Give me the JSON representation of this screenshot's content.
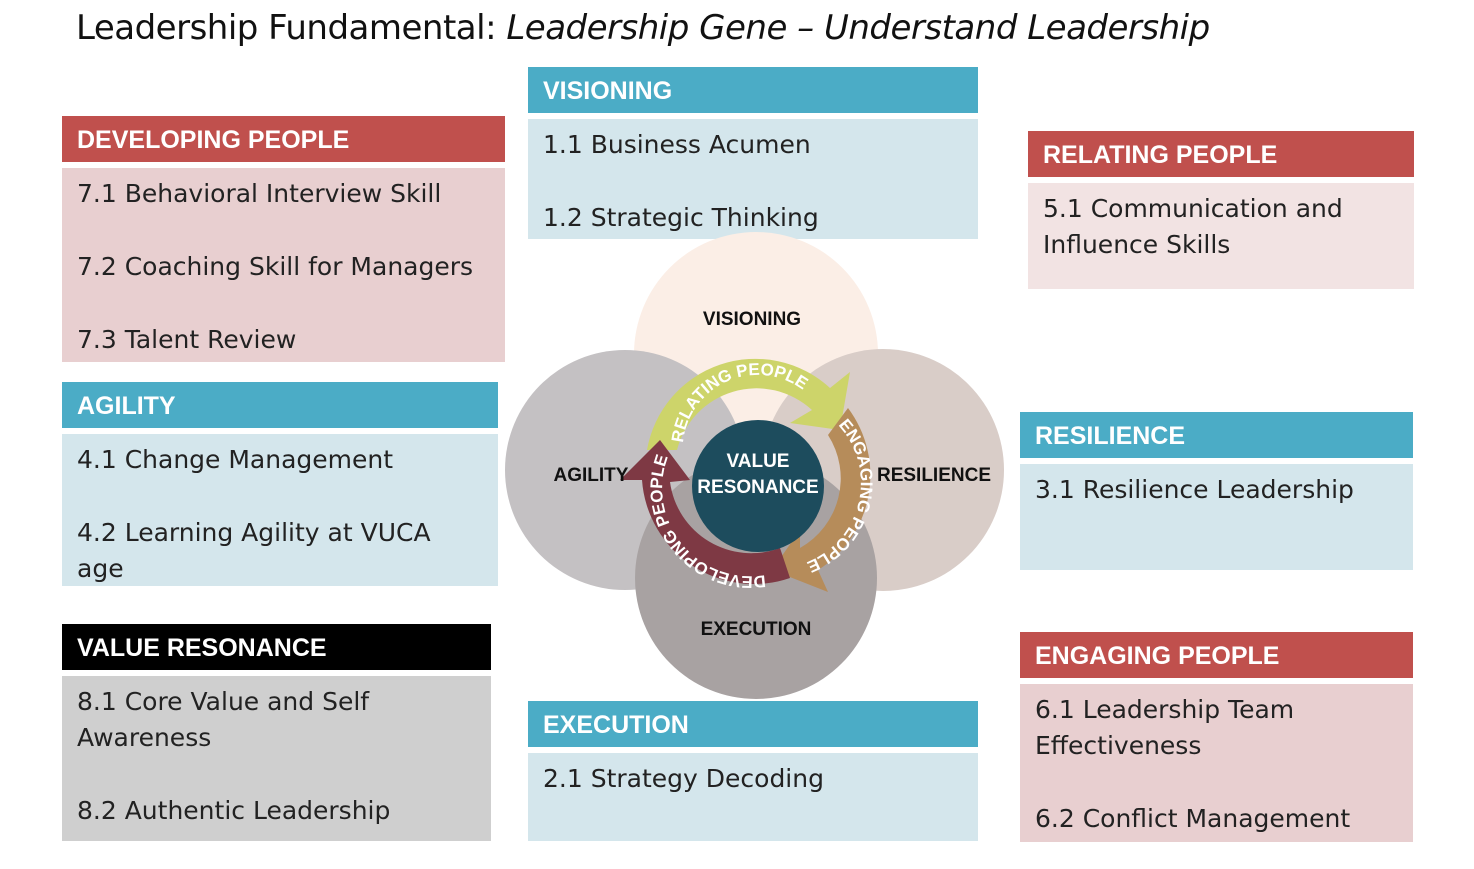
{
  "title": {
    "prefix": "Leadership Fundamental: ",
    "italic": "Leadership Gene – Understand Leadership"
  },
  "boxes": {
    "developing": {
      "header": "DEVELOPING PEOPLE",
      "items": [
        "7.1 Behavioral Interview Skill",
        "7.2 Coaching Skill for Managers",
        "7.3 Talent Review"
      ]
    },
    "agility": {
      "header": "AGILITY",
      "items": [
        "4.1 Change Management",
        "4.2 Learning Agility at VUCA age"
      ]
    },
    "value": {
      "header": "VALUE RESONANCE",
      "items": [
        "8.1 Core Value and Self Awareness",
        "8.2 Authentic Leadership"
      ]
    },
    "visioning": {
      "header": "VISIONING",
      "items": [
        "1.1 Business Acumen",
        "1.2 Strategic Thinking"
      ]
    },
    "execution": {
      "header": "EXECUTION",
      "items": [
        "2.1 Strategy Decoding"
      ]
    },
    "relating": {
      "header": "RELATING PEOPLE",
      "items": [
        "5.1 Communication and Influence Skills"
      ]
    },
    "resilience": {
      "header": "RESILIENCE",
      "items": [
        "3.1 Resilience Leadership"
      ]
    },
    "engaging": {
      "header": "ENGAGING PEOPLE",
      "items": [
        "6.1 Leadership Team Effectiveness",
        "6.2 Conflict Management"
      ]
    }
  },
  "diagram": {
    "circles": {
      "top": "VISIONING",
      "left": "AGILITY",
      "right": "RESILIENCE",
      "bottom": "EXECUTION"
    },
    "center": [
      "VALUE",
      "RESONANCE"
    ],
    "arrows": {
      "top": "RELATING PEOPLE",
      "right": "ENGAGING PEOPLE",
      "left": "DEVELOPING PEOPLE"
    },
    "colors": {
      "visioning": "#fbeee6",
      "agility": "#c4c1c3",
      "resilience": "#d9cdc8",
      "execution": "#a8a2a2",
      "center": "#1d4c5d",
      "relating_arrow": "#cdd46a",
      "engaging_arrow": "#b68c5a",
      "developing_arrow": "#7e3944"
    }
  }
}
